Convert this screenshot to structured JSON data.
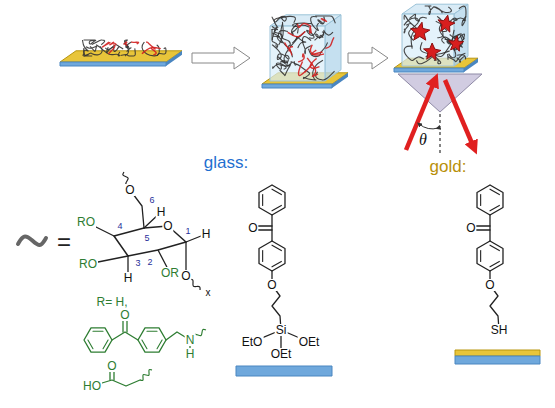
{
  "diagram": {
    "labels": [
      "θ",
      "=",
      "O",
      "6",
      "RO",
      "4",
      "5",
      "H",
      "O",
      "1",
      "H",
      "2",
      "OR",
      "RO",
      "3",
      "H",
      "O",
      "x",
      "R= H,",
      "O",
      "N",
      "H",
      "HO",
      "O",
      "glass:",
      "O",
      "O",
      "Si",
      "EtO",
      "OEt",
      "OEt",
      "gold:",
      "O",
      "O",
      "SH"
    ]
  }
}
